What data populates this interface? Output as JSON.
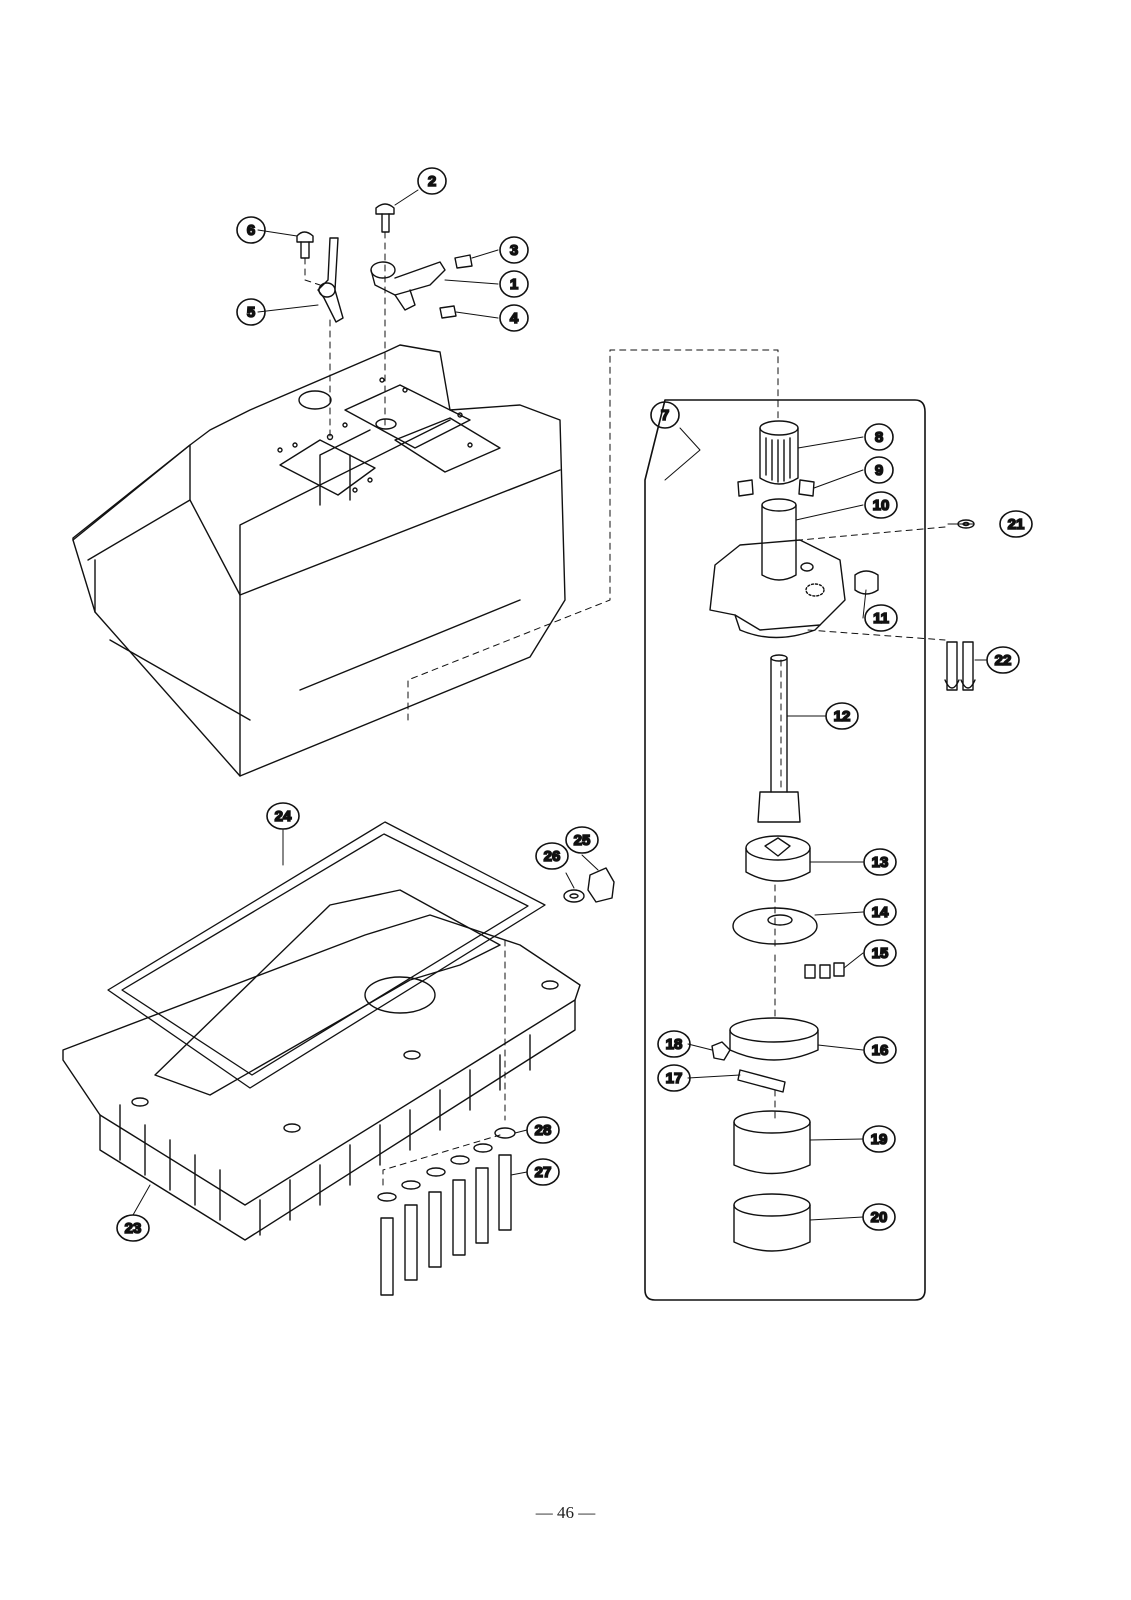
{
  "diagram": {
    "part_labels": [
      "1",
      "2",
      "3",
      "4",
      "5",
      "6",
      "7",
      "8",
      "9",
      "10",
      "11",
      "12",
      "13",
      "14",
      "15",
      "16",
      "17",
      "18",
      "19",
      "20",
      "21",
      "22",
      "23",
      "24",
      "25",
      "26",
      "27",
      "28"
    ]
  },
  "footer": {
    "page_number": "— 46 —"
  }
}
